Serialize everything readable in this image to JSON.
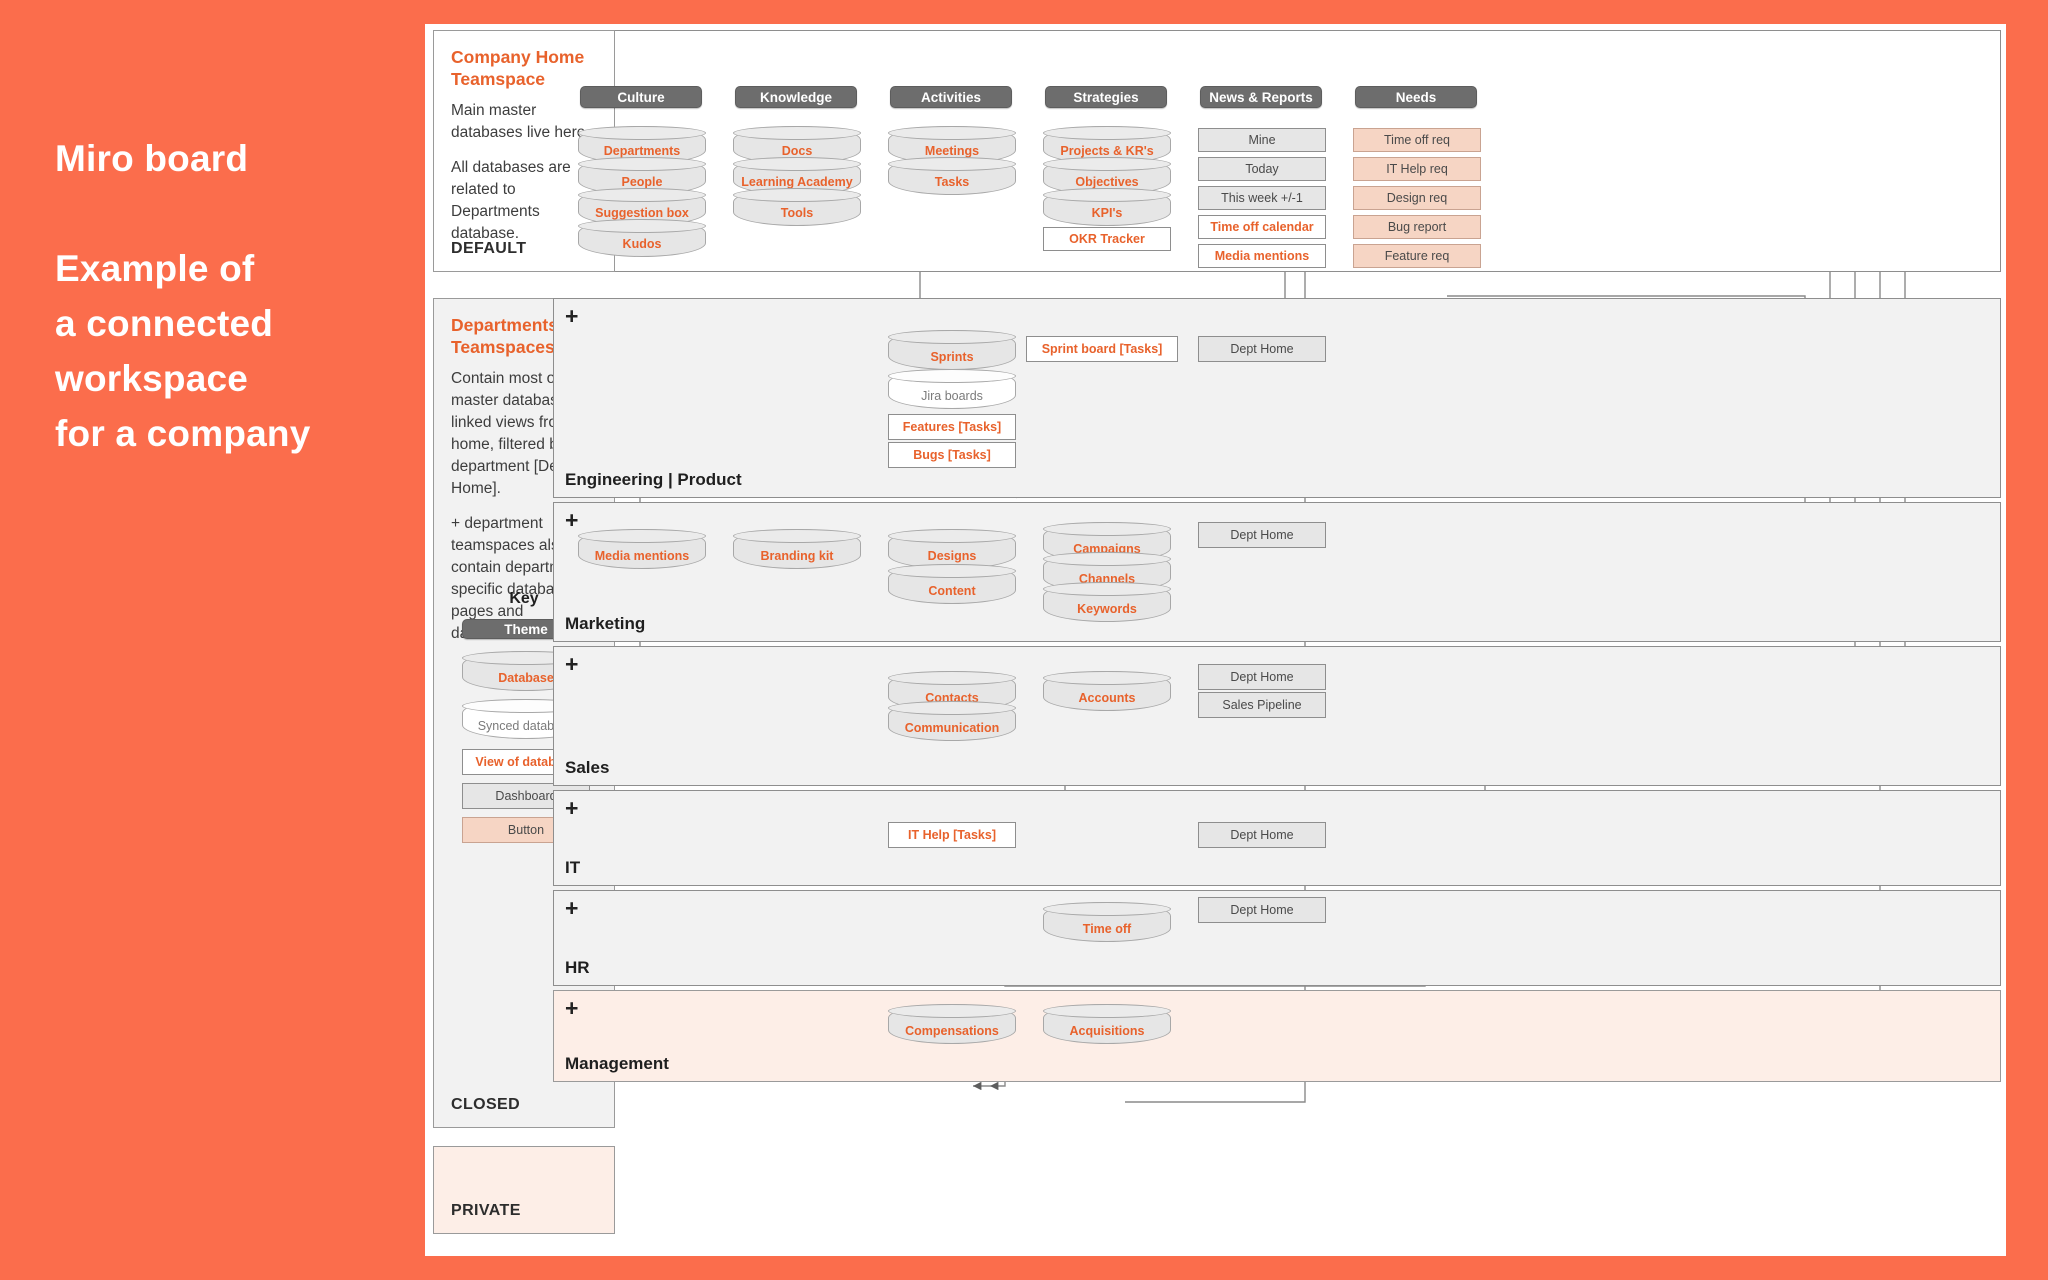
{
  "promo": {
    "lines": [
      "Miro board",
      "Example of",
      "a connected",
      "workspace",
      "for a company"
    ]
  },
  "colors": {
    "background": "#fb6d4c",
    "accent": "#e8622c",
    "theme_fill": "#6d6d6d",
    "database_fill": "#e6e6e6",
    "button_fill": "#f6d5c4",
    "dashboard_fill": "#e6e6e6",
    "private_fill": "#fdeee7"
  },
  "cards": {
    "home": {
      "title": "Company Home\nTeamspace",
      "paragraphs": [
        "Main master databases live here.",
        "All databases are related to Departments database."
      ],
      "footer": "DEFAULT"
    },
    "departments": {
      "title": "Departments\nTeamspaces",
      "paragraphs": [
        "Contain most of master databases linked views from home, filtered by department [Dept Home].",
        "+ department teamspaces also contain department specific databases, pages and dashboards."
      ],
      "key_heading": "Key",
      "key_items": [
        {
          "label": "Theme",
          "kind": "theme"
        },
        {
          "label": "Database",
          "kind": "database"
        },
        {
          "label": "Synced database",
          "kind": "synced"
        },
        {
          "label": "View of database",
          "kind": "view"
        },
        {
          "label": "Dashboard",
          "kind": "dashboard"
        },
        {
          "label": "Button",
          "kind": "button"
        }
      ],
      "footer": "CLOSED"
    },
    "private": {
      "footer": "PRIVATE"
    }
  },
  "home_board": {
    "themes": [
      {
        "label": "Culture"
      },
      {
        "label": "Knowledge"
      },
      {
        "label": "Activities"
      },
      {
        "label": "Strategies"
      },
      {
        "label": "News & Reports"
      },
      {
        "label": "Needs"
      }
    ],
    "culture": [
      "Departments",
      "People",
      "Suggestion box",
      "Kudos"
    ],
    "knowledge": [
      "Docs",
      "Learning Academy",
      "Tools"
    ],
    "activities": [
      "Meetings",
      "Tasks"
    ],
    "strategies_db": [
      "Projects & KR's",
      "Objectives",
      "KPI's"
    ],
    "strategies_view": "OKR Tracker",
    "news_reports": [
      {
        "label": "Mine",
        "kind": "dashboard"
      },
      {
        "label": "Today",
        "kind": "dashboard"
      },
      {
        "label": "This week +/-1",
        "kind": "dashboard"
      },
      {
        "label": "Time off calendar",
        "kind": "view"
      },
      {
        "label": "Media mentions",
        "kind": "view"
      }
    ],
    "needs": [
      {
        "label": "Time off req",
        "kind": "button"
      },
      {
        "label": "IT Help req",
        "kind": "button"
      },
      {
        "label": "Design req",
        "kind": "button"
      },
      {
        "label": "Bug report",
        "kind": "button"
      },
      {
        "label": "Feature req",
        "kind": "button"
      }
    ]
  },
  "regions": [
    {
      "name": "Engineering | Product",
      "plus": "+",
      "nodes": [
        {
          "label": "Sprints",
          "kind": "database"
        },
        {
          "label": "Jira boards",
          "kind": "synced"
        },
        {
          "label": "Features [Tasks]",
          "kind": "view"
        },
        {
          "label": "Bugs [Tasks]",
          "kind": "view"
        },
        {
          "label": "Sprint board [Tasks]",
          "kind": "view"
        },
        {
          "label": "Dept Home",
          "kind": "dashboard"
        }
      ]
    },
    {
      "name": "Marketing",
      "plus": "+",
      "nodes": [
        {
          "label": "Media mentions",
          "kind": "database"
        },
        {
          "label": "Branding kit",
          "kind": "database"
        },
        {
          "label": "Designs",
          "kind": "database"
        },
        {
          "label": "Content",
          "kind": "database"
        },
        {
          "label": "Campaigns",
          "kind": "database"
        },
        {
          "label": "Channels",
          "kind": "database"
        },
        {
          "label": "Keywords",
          "kind": "database"
        },
        {
          "label": "Dept Home",
          "kind": "dashboard"
        }
      ]
    },
    {
      "name": "Sales",
      "plus": "+",
      "nodes": [
        {
          "label": "Contacts",
          "kind": "database"
        },
        {
          "label": "Communication",
          "kind": "database"
        },
        {
          "label": "Accounts",
          "kind": "database"
        },
        {
          "label": "Dept Home",
          "kind": "dashboard"
        },
        {
          "label": "Sales Pipeline",
          "kind": "dashboard"
        }
      ]
    },
    {
      "name": "IT",
      "plus": "+",
      "nodes": [
        {
          "label": "IT Help [Tasks]",
          "kind": "view"
        },
        {
          "label": "Dept Home",
          "kind": "dashboard"
        }
      ]
    },
    {
      "name": "HR",
      "plus": "+",
      "nodes": [
        {
          "label": "Time off",
          "kind": "database"
        },
        {
          "label": "Dept Home",
          "kind": "dashboard"
        }
      ]
    },
    {
      "name": "Management",
      "plus": "+",
      "nodes": [
        {
          "label": "Compensations",
          "kind": "database"
        },
        {
          "label": "Acquisitions",
          "kind": "database"
        }
      ]
    }
  ]
}
